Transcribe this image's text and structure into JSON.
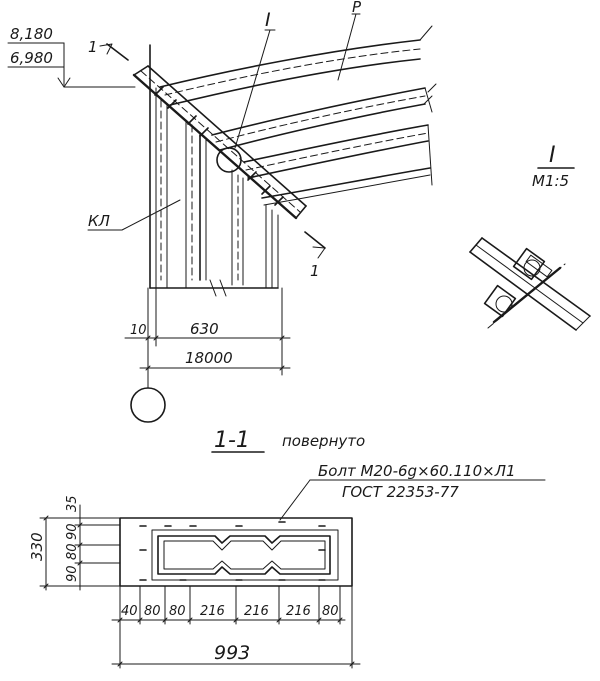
{
  "level_marks": {
    "top": "8,180",
    "bottom": "6,980"
  },
  "section_marker": "1",
  "node_callout": "I",
  "purlin_label": "P",
  "column_label": "КЛ",
  "dimensions": {
    "offset": "10",
    "width": "630",
    "span": "18000"
  },
  "detail": {
    "numeral": "I",
    "scale": "М1:5"
  },
  "section": {
    "title": "1-1",
    "subtitle": "повернуто"
  },
  "bolt_note": {
    "line1": "Болт М20-6g×60.110×Л1",
    "line2": "ГОСТ 22353-77"
  },
  "plan_dims": {
    "height_total": "330",
    "top_edge": "35",
    "vertical_rows": [
      "90",
      "80",
      "90"
    ],
    "vertical_bottom": "90 80 90",
    "bottom_chain": [
      "40",
      "80",
      "80",
      "216",
      "216",
      "216",
      "80"
    ],
    "overall": "993"
  }
}
